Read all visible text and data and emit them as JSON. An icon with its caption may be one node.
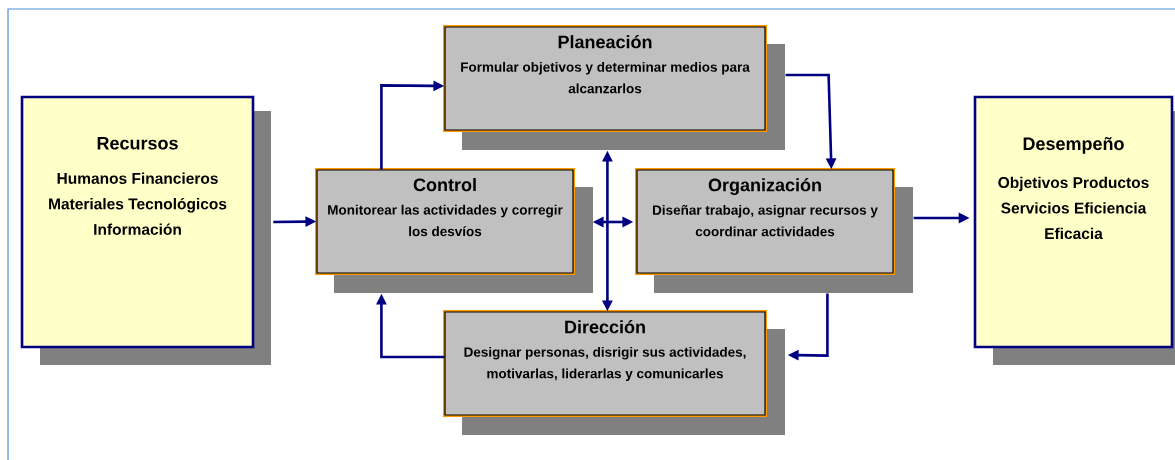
{
  "diagram": {
    "nodes": [
      {
        "text": [
          "Recursos",
          "Humanos Financieros Materiales Tecnológicos Información"
        ]
      },
      {
        "text": [
          "Planeación",
          "Formular objetivos y determinar medios para alcanzarlos"
        ]
      },
      {
        "text": [
          "Control",
          "Monitorear las actividades y corregir los desvíos"
        ]
      },
      {
        "text": [
          "Organización",
          "Diseñar trabajo, asignar recursos y coordinar actividades"
        ]
      },
      {
        "text": [
          "Dirección",
          "Designar personas, disrigir sus actividades, motivarlas, liderarlas y comunicarles"
        ]
      },
      {
        "text": [
          "Desempeño",
          "Objetivos Productos Servicios Eficiencia Eficacia"
        ]
      }
    ],
    "edges": [
      {
        "from": 0,
        "to": 2,
        "arrow": "to"
      },
      {
        "from": 2,
        "to": 1,
        "arrow": "to"
      },
      {
        "from": 1,
        "to": 3,
        "arrow": "to"
      },
      {
        "from": 3,
        "to": 4,
        "arrow": "to"
      },
      {
        "from": 4,
        "to": 2,
        "arrow": "to"
      },
      {
        "from": 1,
        "to": 4,
        "arrow": "both"
      },
      {
        "from": 2,
        "to": 3,
        "arrow": "both"
      },
      {
        "from": 3,
        "to": 5,
        "arrow": "to"
      }
    ]
  }
}
